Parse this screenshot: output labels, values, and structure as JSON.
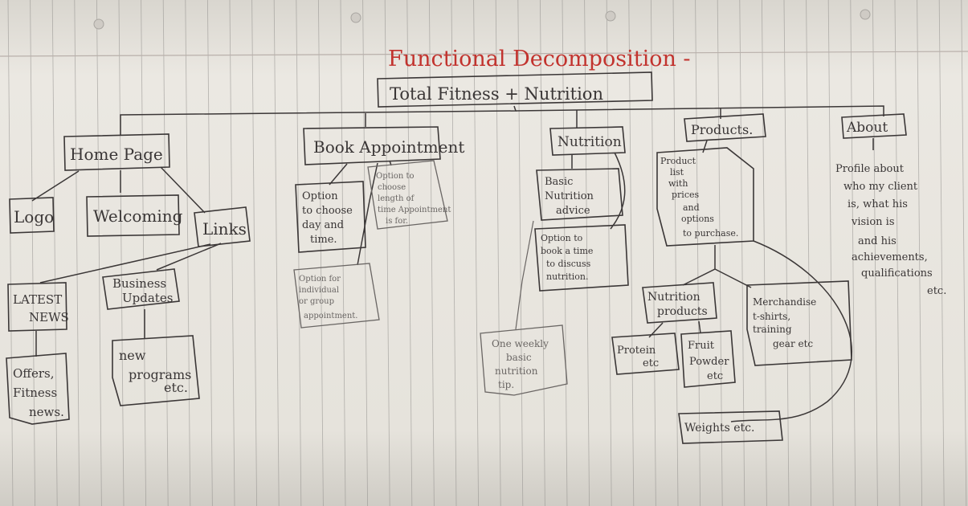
{
  "title": "Functional Decomposition -",
  "root": "Total Fitness + Nutrition",
  "home": {
    "label": "Home Page",
    "logo": "Logo",
    "welcoming": "Welcoming",
    "links": "Links",
    "latest_news": [
      "LATEST",
      "NEWS"
    ],
    "business_updates": [
      "Business",
      "Updates"
    ],
    "offers": [
      "Offers,",
      "Fitness",
      "news."
    ],
    "new_programs": [
      "new",
      "programs",
      "etc."
    ]
  },
  "book": {
    "label": "Book Appointment",
    "day_time": [
      "Option",
      "to choose",
      "day and",
      "time."
    ],
    "length": [
      "Option to",
      "choose",
      "length of",
      "time Appointment",
      "is for."
    ],
    "individual": [
      "Option for",
      "individual",
      "or group",
      "appointment."
    ]
  },
  "nutrition": {
    "label": "Nutrition",
    "basic_advice": [
      "Basic",
      "Nutrition",
      "advice"
    ],
    "book_time": [
      "Option to",
      "book a time",
      "to discuss",
      "nutrition."
    ],
    "weekly_tip": [
      "One weekly",
      "basic",
      "nutrition",
      "tip."
    ]
  },
  "products": {
    "label": "Products.",
    "product_list": [
      "Product",
      "list",
      "with",
      "prices",
      "and",
      "options",
      "to purchase."
    ],
    "nutrition_products": [
      "Nutrition",
      "products"
    ],
    "merchandise": [
      "Merchandise",
      "t-shirts,",
      "training",
      "gear etc"
    ],
    "protein": [
      "Protein",
      "etc"
    ],
    "fruit_powder": [
      "Fruit",
      "Powder",
      "etc"
    ],
    "weights": "Weights etc."
  },
  "about": {
    "label": "About",
    "profile": [
      "Profile about",
      "who my client",
      "is, what his",
      "vision is",
      "and his",
      "achievements,",
      "qualifications",
      "etc."
    ]
  },
  "colors": {
    "paper": "#e9e6df",
    "rule_line": "#8f8d8a",
    "margin_line": "#b9b0ab",
    "ink": "#3b3737",
    "pencil": "#6a6664",
    "title_ink": "#c2332e"
  }
}
